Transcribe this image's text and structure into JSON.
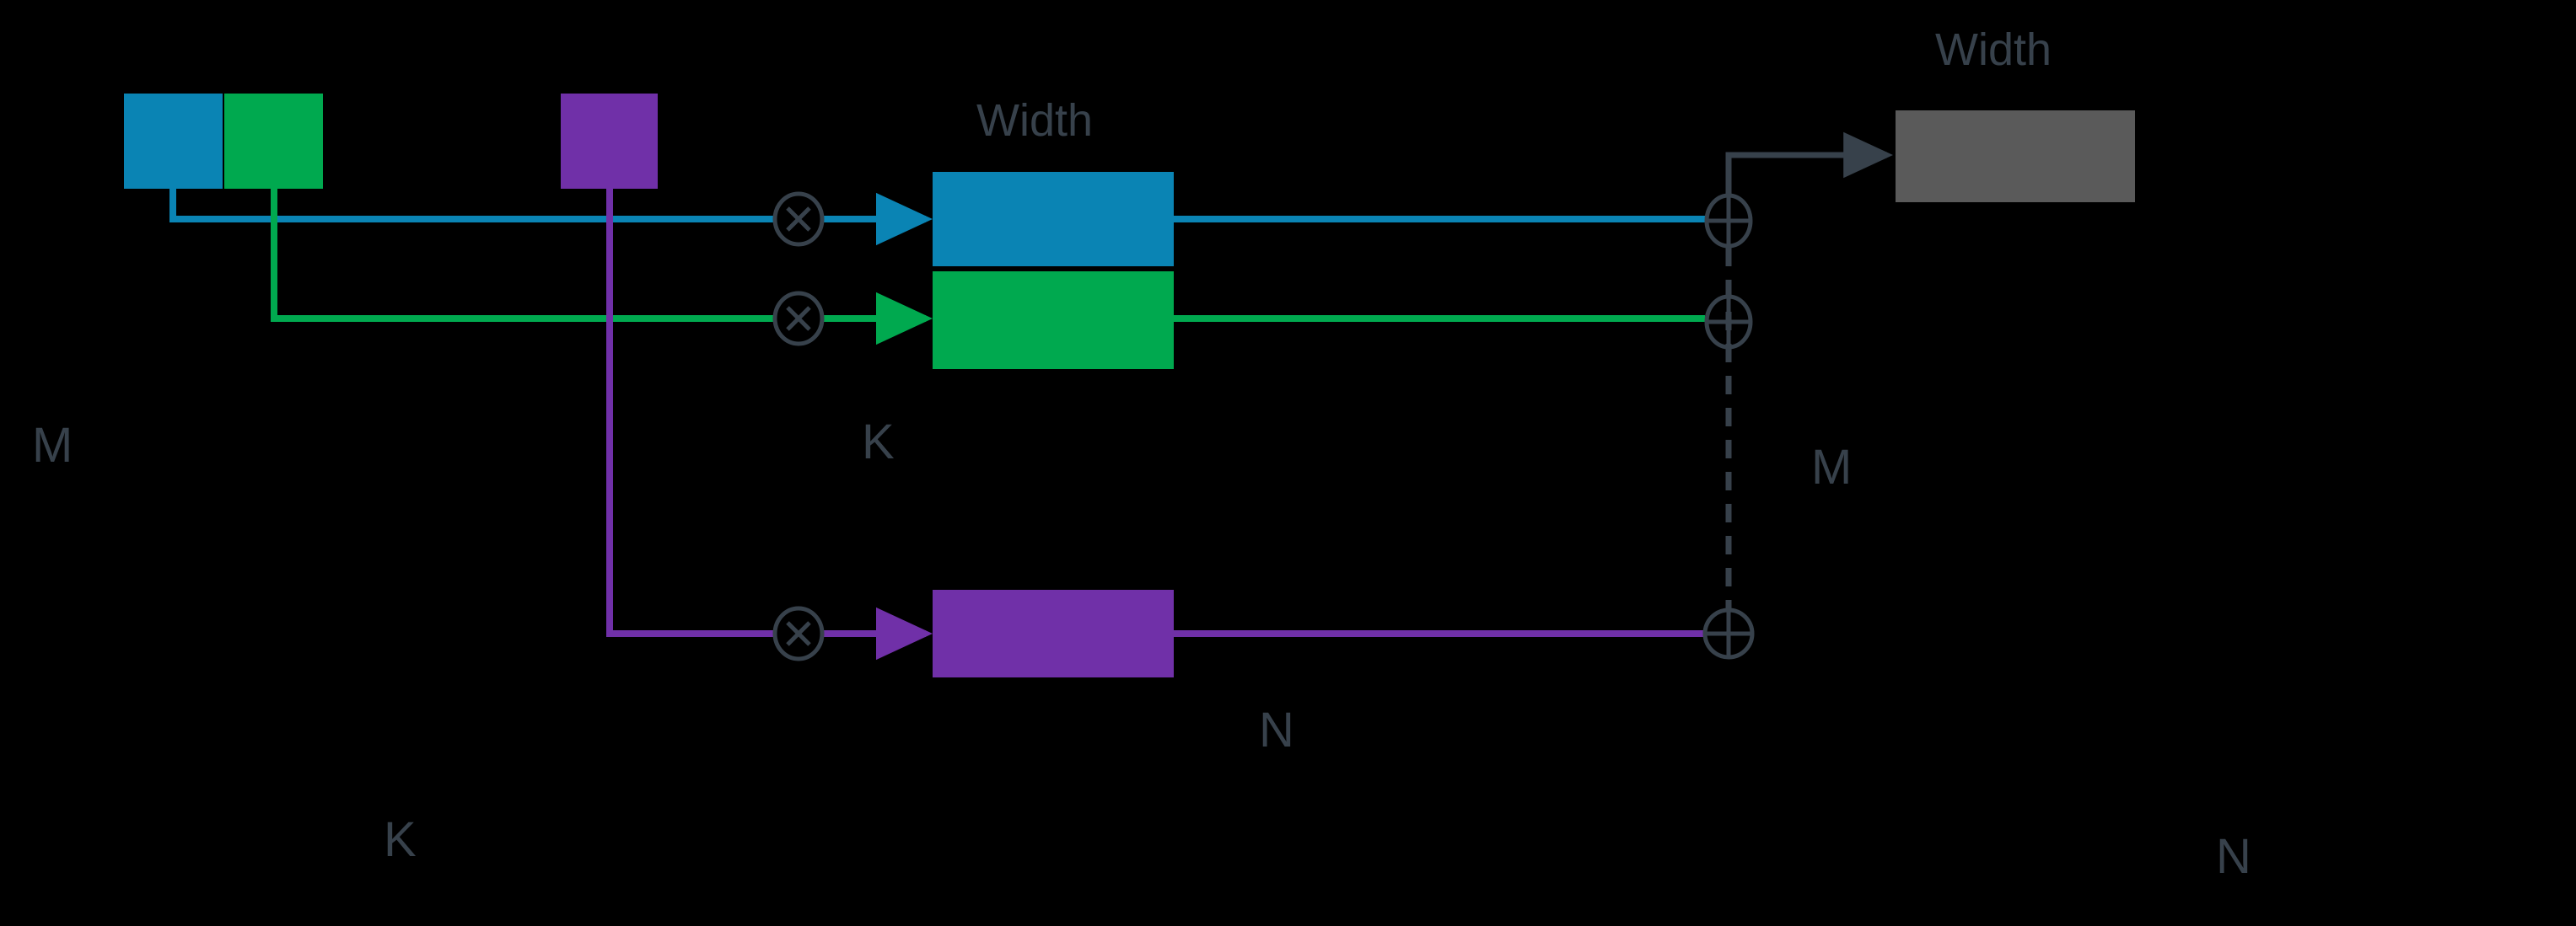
{
  "diagram": {
    "title": "blocked matrix multiplication accumulation diagram",
    "background_color": "#000000",
    "text_color": "#37414b",
    "colors": {
      "blue": "#0a84b4",
      "green": "#00a94f",
      "purple": "#7030a8",
      "gray": "#5a5a5a",
      "outline": "#37414b"
    },
    "labels": {
      "left_m": "M",
      "left_k": "K",
      "center_k": "K",
      "center_width": "Width",
      "center_n": "N",
      "right_width": "Width",
      "right_m": "M",
      "right_n": "N"
    },
    "operator_icons": {
      "multiply": "x",
      "accumulate": "plus-circle-icon"
    },
    "operators": {
      "multiply_label": "x",
      "add_label": "+"
    },
    "blocks": {
      "source_tiles": [
        {
          "name": "a-tile-blue",
          "color": "#0a84b4"
        },
        {
          "name": "a-tile-green",
          "color": "#00a94f"
        },
        {
          "name": "b-tile-purple",
          "color": "#7030a8"
        }
      ],
      "product_tiles": [
        {
          "name": "product-blue",
          "color": "#0a84b4"
        },
        {
          "name": "product-green",
          "color": "#00a94f"
        },
        {
          "name": "product-purple",
          "color": "#7030a8"
        }
      ],
      "result_tile": {
        "name": "result-gray",
        "color": "#5a5a5a"
      }
    },
    "rows": [
      {
        "id": "row-blue",
        "multiply": "x",
        "accumulate": "+"
      },
      {
        "id": "row-green",
        "multiply": "x",
        "accumulate": "+"
      },
      {
        "id": "row-purple",
        "multiply": "x",
        "accumulate": "+"
      }
    ]
  }
}
